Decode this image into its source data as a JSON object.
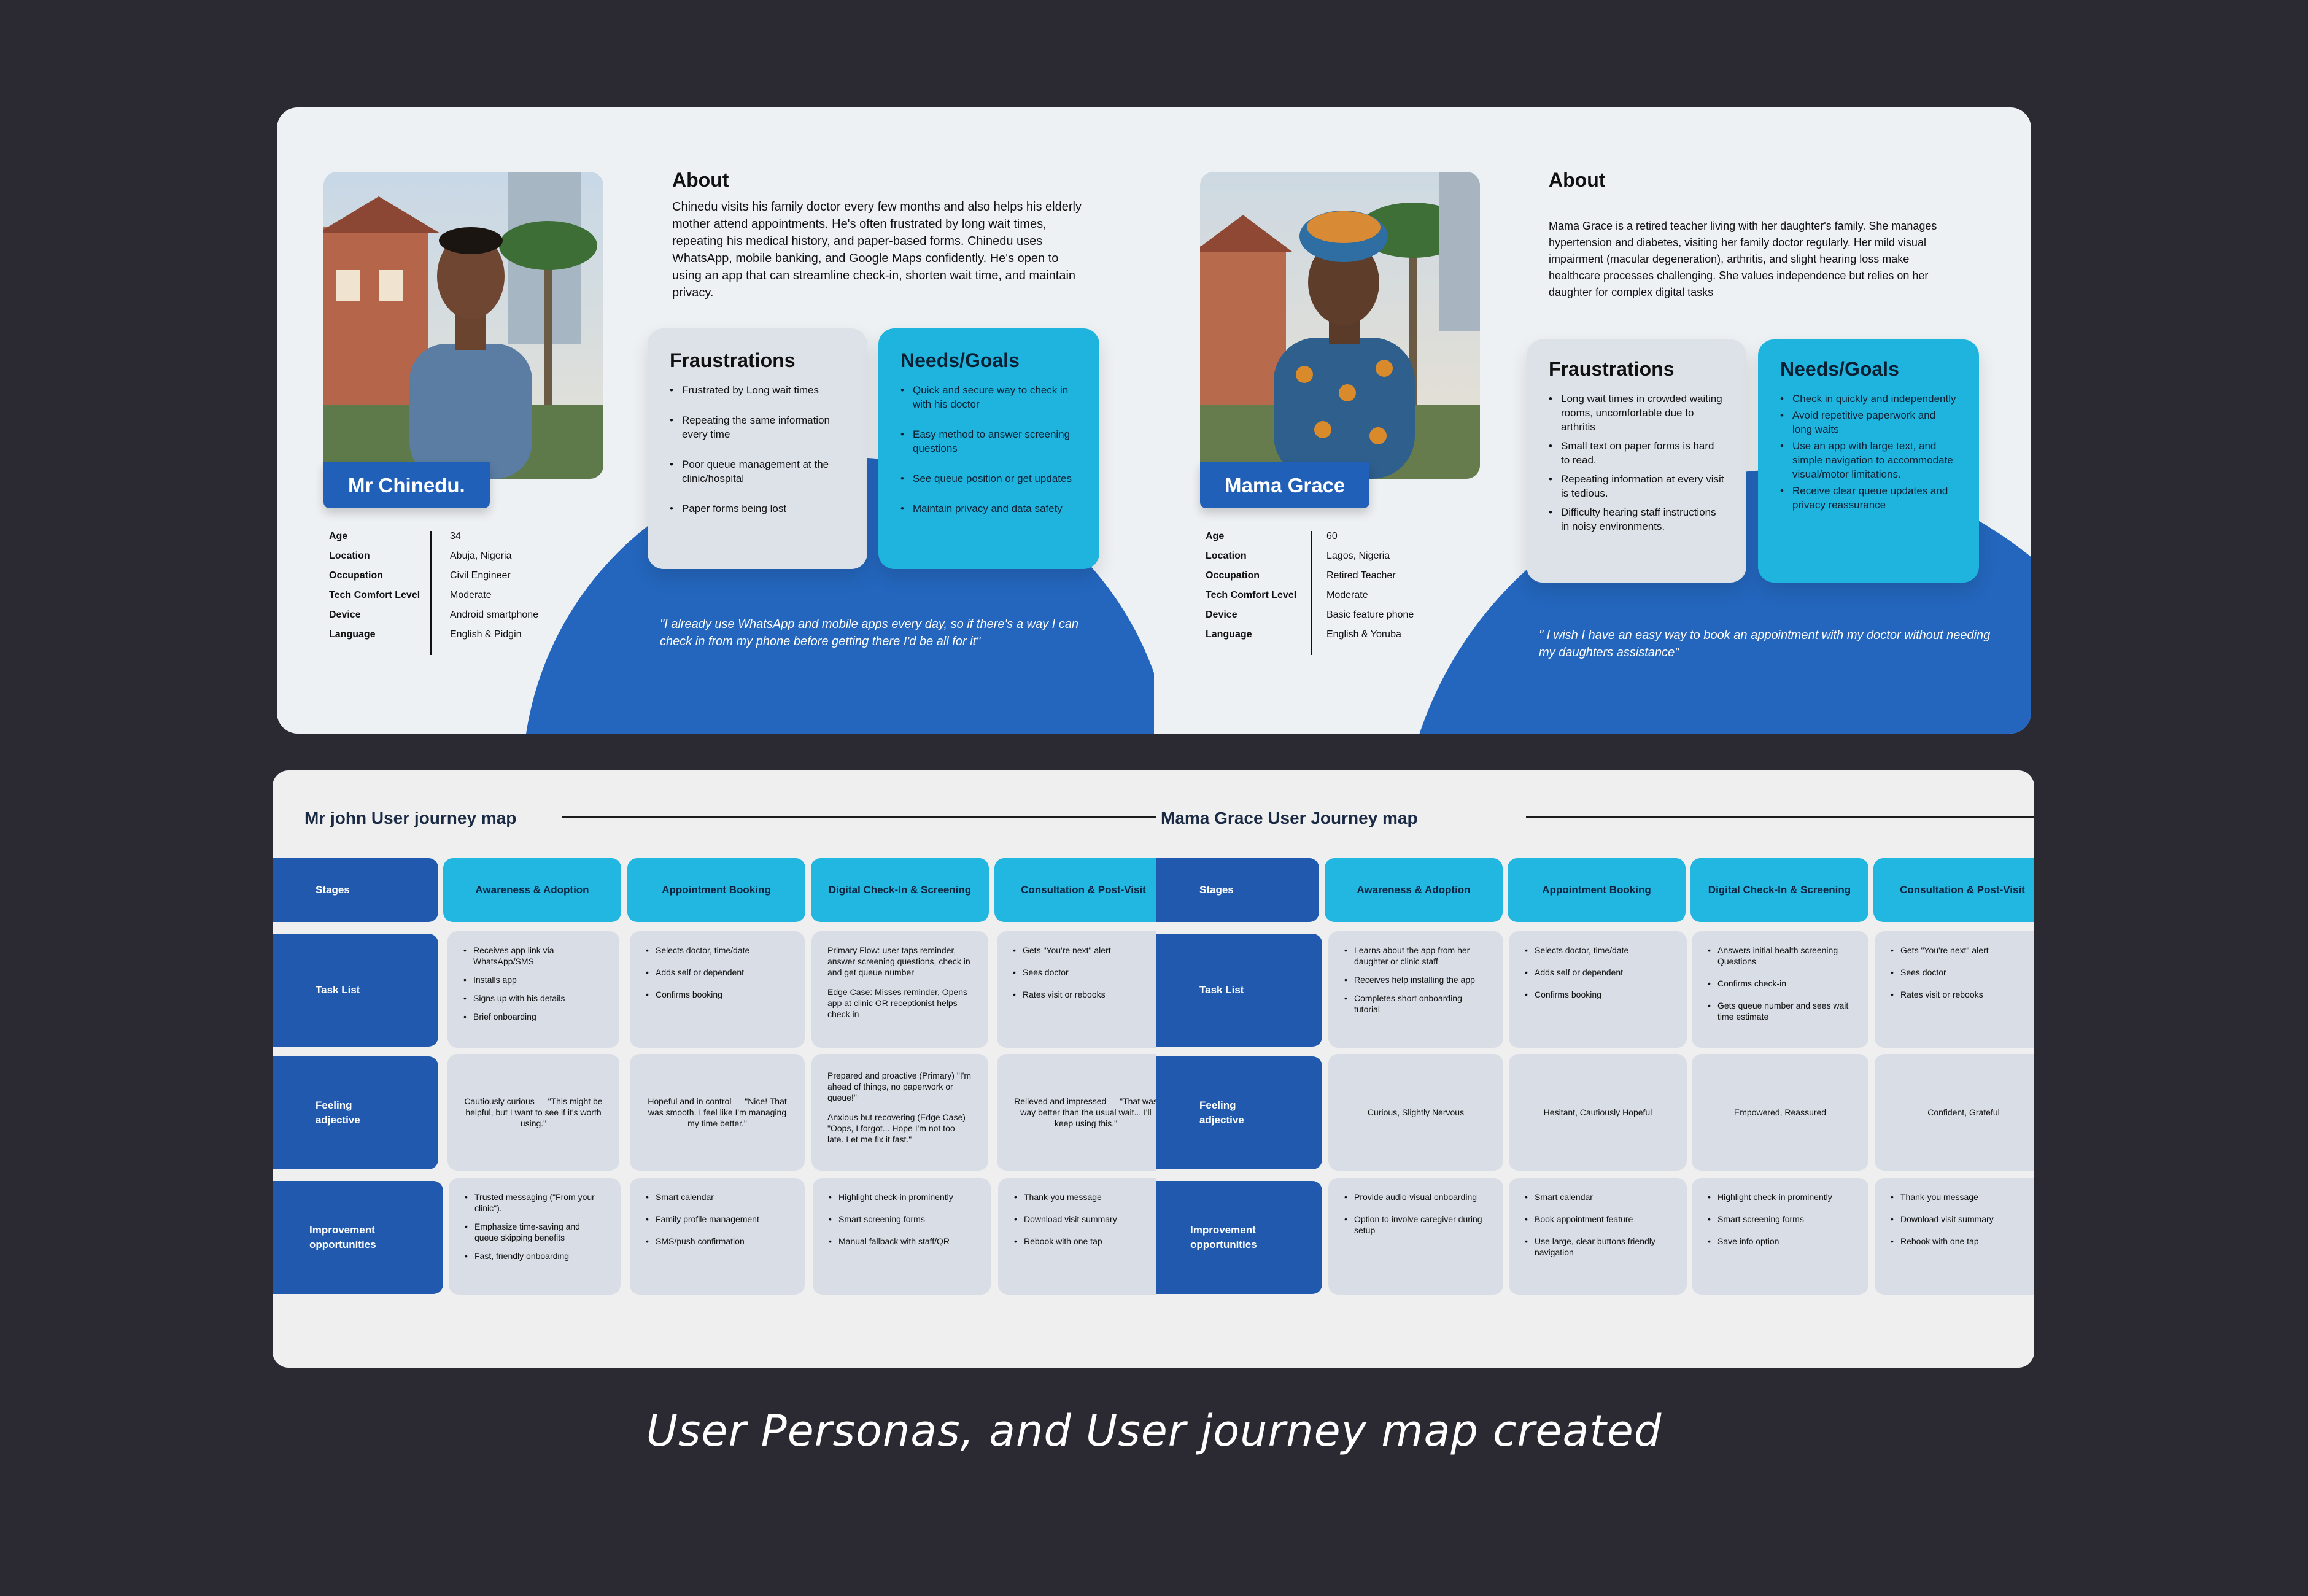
{
  "personas": [
    {
      "name": "Mr Chinedu.",
      "about_title": "About",
      "about": "Chinedu visits his family doctor every few months and also helps his elderly mother attend appointments. He's often frustrated by long wait times, repeating his medical history, and paper-based forms. Chinedu uses WhatsApp, mobile banking, and Google Maps confidently. He's open to using an app that can streamline check-in, shorten wait time, and maintain privacy.",
      "meta": [
        {
          "k": "Age",
          "v": "34"
        },
        {
          "k": "Location",
          "v": "Abuja, Nigeria"
        },
        {
          "k": "Occupation",
          "v": "Civil Engineer"
        },
        {
          "k": "Tech Comfort Level",
          "v": "Moderate"
        },
        {
          "k": "Device",
          "v": "Android smartphone"
        },
        {
          "k": "Language",
          "v": "English & Pidgin"
        }
      ],
      "frustrations_title": "Fraustrations",
      "frustrations": [
        "Frustrated by Long wait times",
        "Repeating the same information every time",
        "Poor queue management at the clinic/hospital",
        "Paper forms being lost"
      ],
      "needs_title": "Needs/Goals",
      "needs": [
        "Quick and secure way to check in with his doctor",
        "Easy method to answer screening questions",
        "See queue position or get updates",
        "Maintain privacy and data safety"
      ],
      "quote": "\"I already use WhatsApp and mobile apps every day, so if there's a way I can check in from my phone before getting there  I'd be all for it\""
    },
    {
      "name": "Mama Grace",
      "about_title": "About",
      "about": "Mama Grace is a retired teacher living with her daughter's family. She manages hypertension and diabetes, visiting her family doctor regularly. Her mild visual impairment (macular degeneration), arthritis, and slight hearing loss make healthcare processes challenging. She values independence but relies on her daughter for complex digital tasks",
      "meta": [
        {
          "k": "Age",
          "v": "60"
        },
        {
          "k": "Location",
          "v": "Lagos, Nigeria"
        },
        {
          "k": "Occupation",
          "v": "Retired Teacher"
        },
        {
          "k": "Tech Comfort Level",
          "v": "Moderate"
        },
        {
          "k": "Device",
          "v": "Basic feature phone"
        },
        {
          "k": "Language",
          "v": "English & Yoruba"
        }
      ],
      "frustrations_title": "Fraustrations",
      "frustrations": [
        "Long wait times in crowded waiting rooms, uncomfortable due to arthritis",
        "Small text on paper forms is hard to read.",
        "Repeating information at every visit is tedious.",
        "Difficulty hearing staff instructions in noisy environments."
      ],
      "needs_title": "Needs/Goals",
      "needs": [
        "Check in quickly and independently",
        "Avoid repetitive paperwork and long waits",
        "Use an app with large text, and simple navigation to accommodate visual/motor limitations.",
        "Receive clear queue updates and privacy reassurance"
      ],
      "quote": "\" I wish I have an easy way to book an appointment with my doctor without needing my daughters assistance\""
    }
  ],
  "journeys": [
    {
      "title": "Mr john User journey map",
      "row_labels": [
        "Stages",
        "Task List",
        "Feeling adjective",
        "Improvement opportunities"
      ],
      "stages": [
        "Awareness & Adoption",
        "Appointment Booking",
        "Digital Check-In & Screening",
        "Consultation & Post-Visit"
      ],
      "tasks": [
        [
          "Receives app link via WhatsApp/SMS",
          "Installs app",
          "Signs up with his details",
          "Brief onboarding"
        ],
        [
          "Selects doctor, time/date",
          "Adds self or dependent",
          "Confirms booking"
        ],
        [
          "Primary Flow: user taps reminder, answer screening questions, check in and get queue number",
          "Edge Case: Misses reminder, Opens app at clinic OR receptionist helps check in"
        ],
        [
          "Gets \"You're next\" alert",
          "Sees doctor",
          "Rates visit or rebooks"
        ]
      ],
      "feelings": [
        [
          "Cautiously curious — \"This might be helpful, but I want to see if it's worth using.\""
        ],
        [
          "Hopeful and in control — \"Nice! That was smooth. I feel like I'm managing my time better.\""
        ],
        [
          "Prepared and proactive (Primary) \"I'm ahead of things, no paperwork or queue!\"",
          "Anxious but recovering (Edge Case) \"Oops, I forgot... Hope I'm not too late. Let me fix it fast.\""
        ],
        [
          "Relieved and impressed — \"That was way better than the usual wait... I'll keep using this.\""
        ]
      ],
      "improvements": [
        [
          "Trusted messaging (\"From your clinic\").",
          "Emphasize time-saving and queue skipping benefits",
          "Fast, friendly onboarding"
        ],
        [
          "Smart calendar",
          "Family profile management",
          "SMS/push confirmation"
        ],
        [
          "Highlight check-in prominently",
          "Smart screening forms",
          "Manual fallback with staff/QR"
        ],
        [
          "Thank-you message",
          "Download visit summary",
          "Rebook with one tap"
        ]
      ]
    },
    {
      "title": "Mama Grace User Journey map",
      "row_labels": [
        "Stages",
        "Task List",
        "Feeling adjective",
        "Improvement opportunities"
      ],
      "stages": [
        "Awareness & Adoption",
        "Appointment Booking",
        "Digital Check-In & Screening",
        "Consultation & Post-Visit"
      ],
      "tasks": [
        [
          "Learns about the app from her daughter or clinic staff",
          "Receives help installing the app",
          "Completes short onboarding tutorial"
        ],
        [
          "Selects doctor, time/date",
          "Adds self or dependent",
          "Confirms booking"
        ],
        [
          "Answers initial health screening Questions",
          "Confirms check-in",
          "Gets queue number and sees wait time estimate"
        ],
        [
          "Gets \"You're next\" alert",
          "Sees doctor",
          "Rates visit or rebooks"
        ]
      ],
      "feelings": [
        [
          "Curious, Slightly Nervous"
        ],
        [
          "Hesitant, Cautiously Hopeful"
        ],
        [
          "Empowered, Reassured"
        ],
        [
          "Confident, Grateful"
        ]
      ],
      "improvements": [
        [
          "Provide audio-visual onboarding",
          "Option to involve caregiver during setup"
        ],
        [
          "Smart calendar",
          "Book appointment feature",
          "Use large, clear buttons friendly navigation"
        ],
        [
          "Highlight check-in prominently",
          "Smart screening forms",
          "Save info option"
        ],
        [
          "Thank-you message",
          "Download visit summary",
          "Rebook with one tap"
        ]
      ]
    }
  ],
  "caption": "User Personas, and User journey map created",
  "colors": {
    "background": "#2b2a33",
    "brand_blue": "#2160b8",
    "accent_cyan": "#1fb4de",
    "card_grey": "#dde2e9",
    "panel": "#eef1f4"
  }
}
